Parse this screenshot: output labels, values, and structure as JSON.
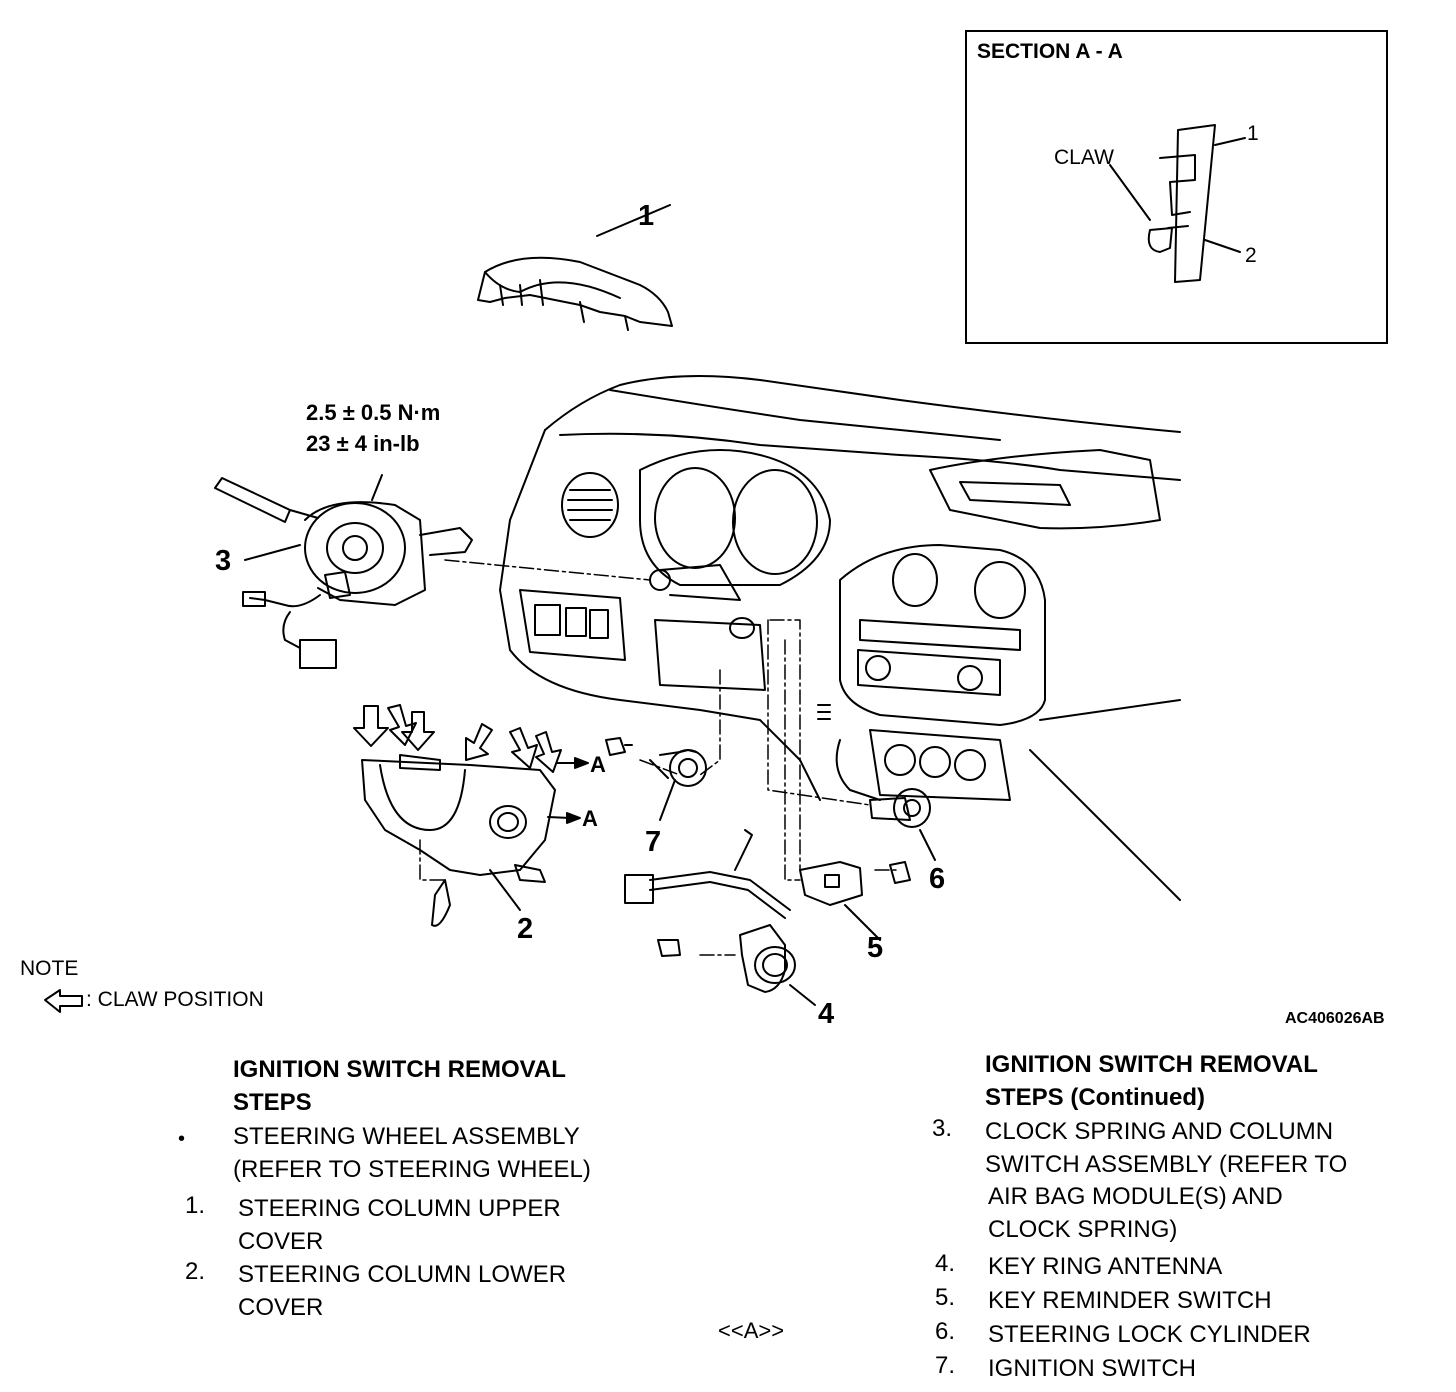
{
  "section": {
    "title": "SECTION A - A",
    "claw_label": "CLAW",
    "label_1": "1",
    "label_2": "2"
  },
  "callouts": {
    "c1": "1",
    "c2": "2",
    "c3": "3",
    "c4": "4",
    "c5": "5",
    "c6": "6",
    "c7": "7",
    "a_upper": "A",
    "a_lower": "A"
  },
  "torque": {
    "line1": "2.5 ± 0.5 N·m",
    "line2": "23 ± 4 in-lb"
  },
  "note": {
    "title": "NOTE",
    "legend": ": CLAW POSITION"
  },
  "figure_code": "AC406026AB",
  "left_steps": {
    "title_line1": "IGNITION SWITCH REMOVAL",
    "title_line2": "STEPS",
    "items": [
      {
        "marker": "•",
        "lines": [
          "STEERING WHEEL ASSEMBLY",
          "(REFER TO STEERING WHEEL)"
        ]
      },
      {
        "marker": "1.",
        "lines": [
          "STEERING COLUMN UPPER",
          "COVER"
        ]
      },
      {
        "marker": "2.",
        "lines": [
          "STEERING COLUMN LOWER",
          "COVER"
        ]
      }
    ]
  },
  "reference_mark": "<<A>>",
  "right_steps": {
    "title_line1": "IGNITION SWITCH REMOVAL",
    "title_line2": "STEPS (Continued)",
    "items": [
      {
        "marker": "3.",
        "lines": [
          "CLOCK SPRING AND COLUMN",
          "SWITCH ASSEMBLY (REFER TO",
          "AIR BAG  MODULE(S) AND",
          "CLOCK SPRING)"
        ]
      },
      {
        "marker": "4.",
        "lines": [
          "KEY RING ANTENNA"
        ]
      },
      {
        "marker": "5.",
        "lines": [
          "KEY REMINDER SWITCH"
        ]
      },
      {
        "marker": "6.",
        "lines": [
          "STEERING LOCK CYLINDER"
        ]
      },
      {
        "marker": "7.",
        "lines": [
          "IGNITION SWITCH"
        ]
      }
    ]
  }
}
